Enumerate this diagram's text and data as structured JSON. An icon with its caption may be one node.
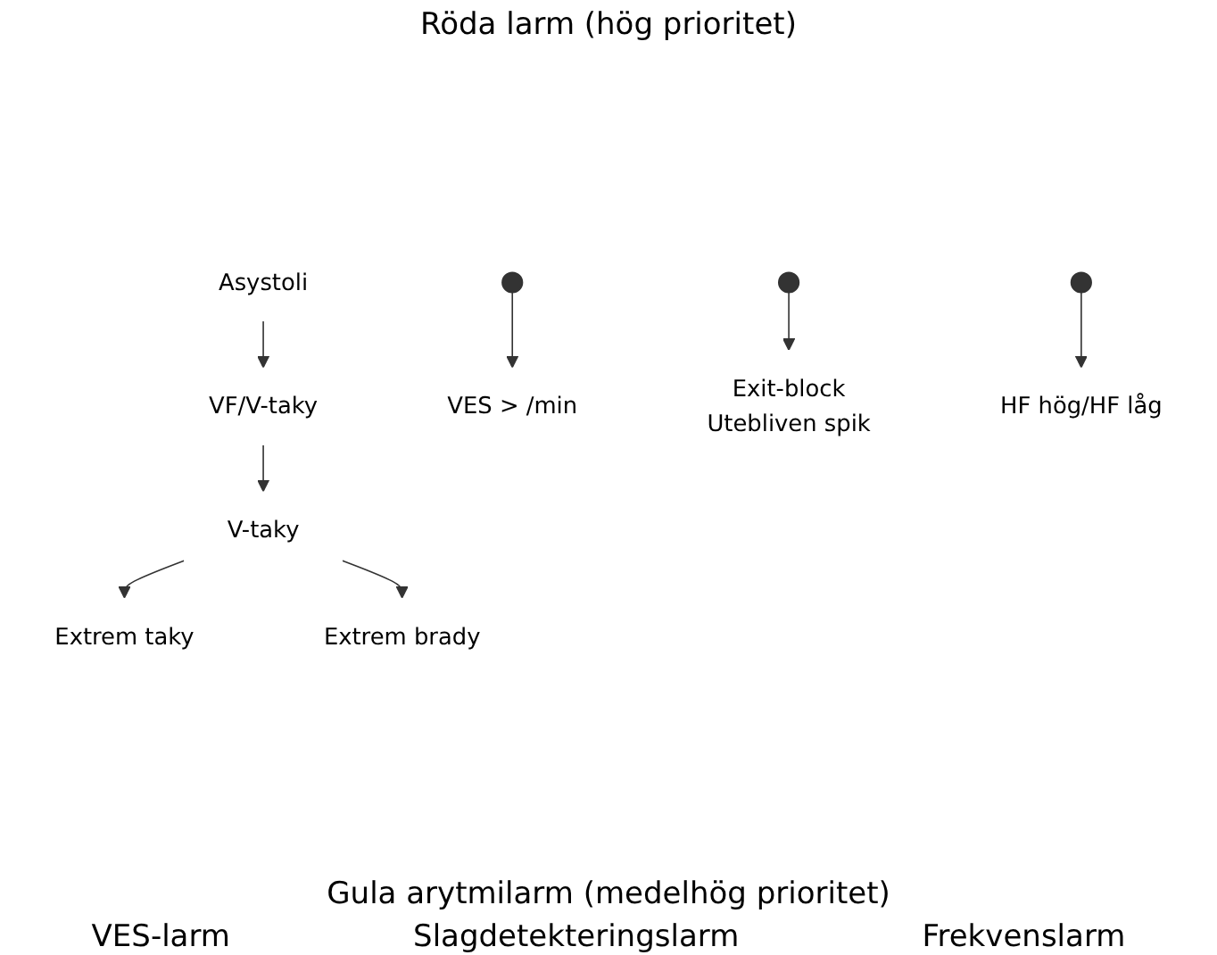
{
  "diagram": {
    "nodes": [
      {
        "text": [
          "Asystoli"
        ]
      },
      {
        "text": [
          "VF/V-taky"
        ]
      },
      {
        "text": [
          "V-taky"
        ]
      },
      {
        "text": [
          "Extrem taky"
        ]
      },
      {
        "text": [
          "Extrem brady"
        ]
      },
      {
        "text": [
          "VES > /min"
        ]
      },
      {
        "text": [
          "Exit-block",
          "Utebliven spik"
        ]
      },
      {
        "text": [
          "HF hög/HF låg"
        ]
      }
    ],
    "edges": [
      {
        "from": 0,
        "to": 1,
        "arrow": "to"
      },
      {
        "from": 1,
        "to": 2,
        "arrow": "to"
      },
      {
        "from": 2,
        "to": 3,
        "arrow": "to"
      },
      {
        "from": 2,
        "to": 4,
        "arrow": "to"
      },
      {
        "from": null,
        "to": 5,
        "arrow": "to"
      },
      {
        "from": null,
        "to": 6,
        "arrow": "to"
      },
      {
        "from": null,
        "to": 7,
        "arrow": "to"
      }
    ],
    "labels": [
      "Röda larm (hög prioritet)",
      "Gula arytmilarm (medelhög prioritet)",
      "VES-larm",
      "Slagdetekteringslarm",
      "Frekvenslarm"
    ]
  }
}
